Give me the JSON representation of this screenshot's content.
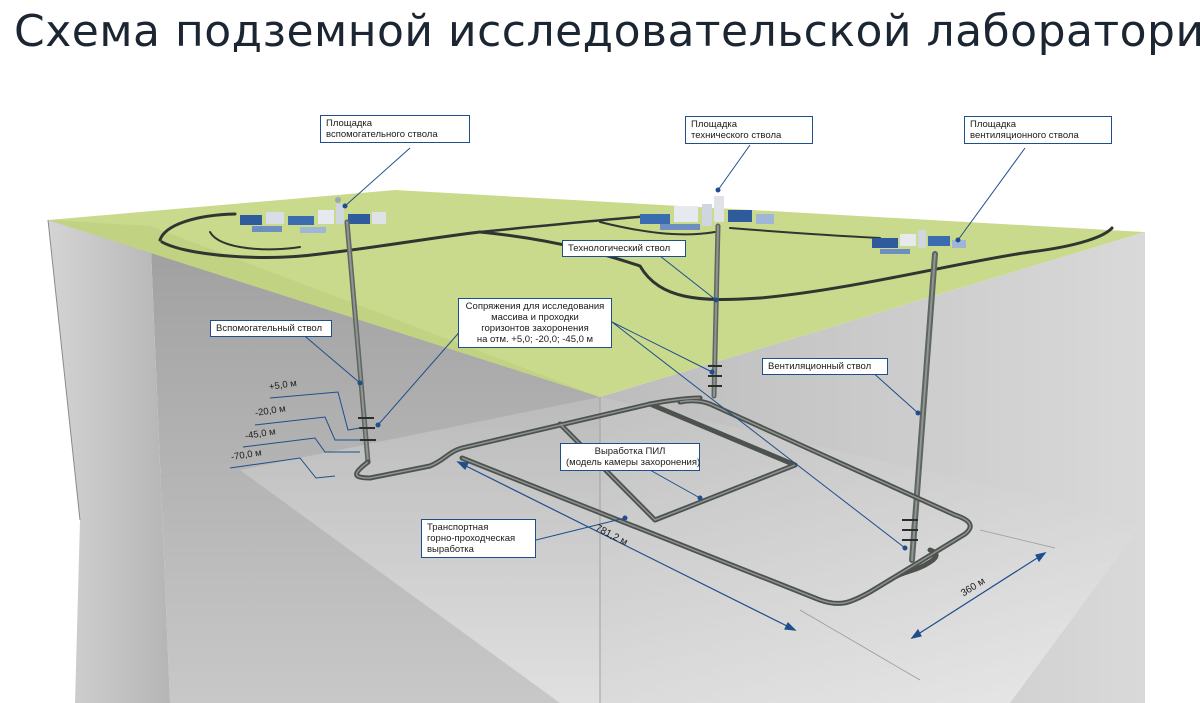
{
  "title": "Схема подземной исследовательской лаборатории",
  "callouts": {
    "aux_site_line1": "Площадка",
    "aux_site_line2": "вспомогательного ствола",
    "tech_site_line1": "Площадка",
    "tech_site_line2": "технического ствола",
    "vent_site_line1": "Площадка",
    "vent_site_line2": "вентиляционного ствола",
    "tech_shaft": "Технологический ствол",
    "junctions_line1": "Сопряжения для исследования",
    "junctions_line2": "массива и проходки",
    "junctions_line3": "горизонтов захоронения",
    "junctions_line4": "на отм. +5,0; -20,0; -45,0 м",
    "aux_shaft": "Вспомогательный ствол",
    "vent_shaft": "Вентиляционный ствол",
    "pil_line1": "Выработка ПИЛ",
    "pil_line2": "(модель камеры захоронения)",
    "transport_line1": "Транспортная",
    "transport_line2": "горно-проходческая",
    "transport_line3": "выработка"
  },
  "levels": [
    "+5,0 м",
    "-20,0 м",
    "-45,0 м",
    "-70,0 м"
  ],
  "dimensions": {
    "length": "781,2 м",
    "width": "360 м"
  },
  "colors": {
    "surface": "#c9da8c",
    "accent": "#1f4e8c",
    "title": "#1c2633"
  }
}
